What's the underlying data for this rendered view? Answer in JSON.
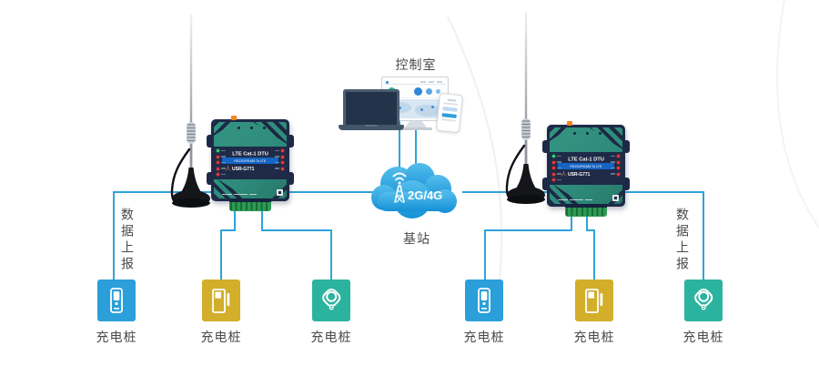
{
  "control_room": {
    "label": "控制室"
  },
  "base_station": {
    "label": "基站",
    "network_text": "2G/4G"
  },
  "dtu_device": {
    "title": "LTE Cat-1 DTU",
    "subtitle": "RS232/RS485 To LTE",
    "model": "USR-G771"
  },
  "data_report_left": {
    "label": "数据上报"
  },
  "data_report_right": {
    "label": "数据上报"
  },
  "charging_piles": {
    "items": [
      {
        "label": "充电桩",
        "icon": "charging-post-icon",
        "color": "#2B9FD9"
      },
      {
        "label": "充电桩",
        "icon": "charging-station-icon",
        "color": "#D2AE2B"
      },
      {
        "label": "充电桩",
        "icon": "charging-gun-icon",
        "color": "#2CB3A0"
      },
      {
        "label": "充电桩",
        "icon": "charging-post-icon",
        "color": "#2B9FD9"
      },
      {
        "label": "充电桩",
        "icon": "charging-station-icon",
        "color": "#D2AE2B"
      },
      {
        "label": "充电桩",
        "icon": "charging-gun-icon",
        "color": "#2CB3A0"
      }
    ]
  },
  "colors": {
    "connector_line": "#2FA3DC",
    "cloud_top": "#55BEEC",
    "cloud_bottom": "#1590D7",
    "device_body": "#1E2A47",
    "device_panel": "#2E8C7C",
    "pile_blue": "#2B9FD9",
    "pile_yellow": "#D2AE2B",
    "pile_teal": "#2CB3A0",
    "label_text": "#4A4A4A"
  }
}
